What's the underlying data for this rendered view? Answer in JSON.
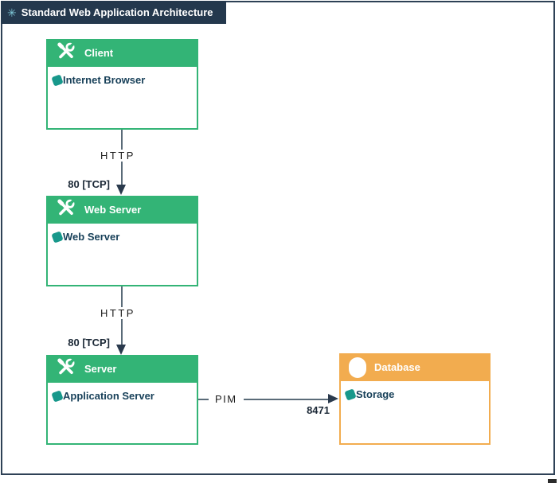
{
  "window": {
    "title": "Standard Web Application Architecture",
    "title_icon": "snowflake-icon",
    "titlebar_color": "#24384d"
  },
  "diagram": {
    "nodes": [
      {
        "id": "client",
        "header": "Client",
        "header_icon": "crossed-tools-icon",
        "accent_color": "#33b476",
        "items": [
          {
            "icon": "component-icon",
            "label": "Internet Browser"
          }
        ]
      },
      {
        "id": "web-server",
        "header": "Web Server",
        "header_icon": "crossed-tools-icon",
        "accent_color": "#33b476",
        "items": [
          {
            "icon": "component-icon",
            "label": "Web Server"
          }
        ]
      },
      {
        "id": "server",
        "header": "Server",
        "header_icon": "crossed-tools-icon",
        "accent_color": "#33b476",
        "items": [
          {
            "icon": "component-icon",
            "label": "Application Server"
          }
        ]
      },
      {
        "id": "database",
        "header": "Database",
        "header_icon": "database-icon",
        "accent_color": "#f2ac4f",
        "items": [
          {
            "icon": "component-icon",
            "label": "Storage"
          }
        ]
      }
    ],
    "edges": [
      {
        "from": "Client",
        "to": "Web Server",
        "label": "HTTP",
        "port": "80 [TCP]"
      },
      {
        "from": "Web Server",
        "to": "Server",
        "label": "HTTP",
        "port": "80 [TCP]"
      },
      {
        "from": "Server",
        "to": "Database",
        "label": "PIM",
        "port": "8471"
      }
    ],
    "colors": {
      "node_green": "#33b476",
      "node_orange": "#f2ac4f",
      "item_icon_teal": "#18988b",
      "item_text": "#163f58",
      "edge_line": "#5a6b78",
      "arrowhead": "#2a3a4d",
      "titlebar_bg": "#24384d"
    }
  }
}
